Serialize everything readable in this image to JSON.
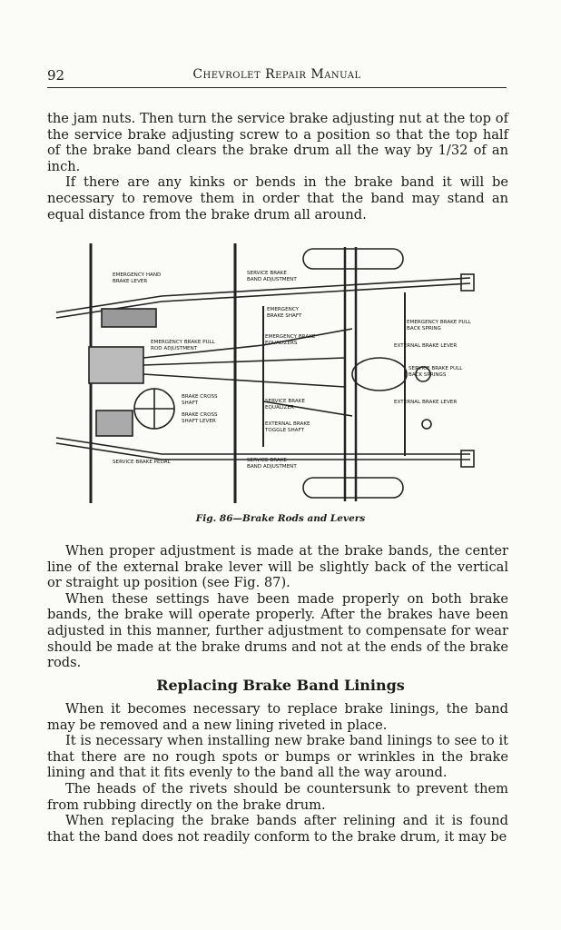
{
  "header": {
    "page_number": "92",
    "running_title": "Chevrolet Repair Manual"
  },
  "intro": {
    "p1": "the jam nuts. Then turn the service brake adjusting nut at the top of the service brake adjusting screw to a position so that the top half of the brake band clears the brake drum all the way by 1/32 of an inch.",
    "p2": "If there are any kinks or bends in the brake band it will be necessary to remove them in order that the band may stand an equal distance from the brake drum all around."
  },
  "figure": {
    "labels": {
      "emergency_hand_lever": [
        "EMERGENCY HAND",
        "BRAKE LEVER"
      ],
      "service_band_adjust_top": [
        "SERVICE BRAKE",
        "BAND ADJUSTMENT"
      ],
      "emergency_brake_shaft": [
        "EMERGENCY",
        "BRAKE SHAFT"
      ],
      "emergency_pull_rod": [
        "EMERGENCY BRAKE PULL",
        "ROD ADJUSTMENT"
      ],
      "emergency_equalizers": [
        "EMERGENCY BRAKE",
        "EQUALIZERS"
      ],
      "emergency_pull_back_spring": [
        "EMERGENCY BRAKE PULL",
        "BACK SPRING"
      ],
      "external_lever_1": [
        "EXTERNAL BRAKE LEVER"
      ],
      "service_pull_back_springs": [
        "SERVICE BRAKE PULL",
        "BACK SPRINGS"
      ],
      "brake_cross_shaft": [
        "BRAKE CROSS",
        "SHAFT"
      ],
      "brake_cross_shaft_lever": [
        "BRAKE CROSS",
        "SHAFT LEVER"
      ],
      "service_equalizer": [
        "SERVICE BRAKE",
        "EQUALIZER"
      ],
      "external_lever_2": [
        "EXTERNAL BRAKE LEVER"
      ],
      "external_toggle_shaft": [
        "EXTERNAL BRAKE",
        "TOGGLE SHAFT"
      ],
      "service_brake_pedal": [
        "SERVICE BRAKE PEDAL"
      ],
      "service_band_adjust_bottom": [
        "SERVICE BRAKE",
        "BAND ADJUSTMENT"
      ]
    },
    "caption": "Fig. 86—Brake Rods and Levers"
  },
  "body": {
    "p1": "When proper adjustment is made at the brake bands, the center line of the external brake lever will be slightly back of the vertical or straight up position (see Fig. 87).",
    "p2": "When these settings have been made properly on both brake bands, the brake will operate properly. After the brakes have been adjusted in this manner, further adjustment to compensate for wear should be made at the brake drums and not at the ends of the brake rods."
  },
  "section": {
    "heading": "Replacing Brake Band Linings",
    "p1": "When it becomes necessary to replace brake linings, the band may be removed and a new lining riveted in place.",
    "p2": "It is necessary when installing new brake band linings to see to it that there are no rough spots or bumps or wrinkles in the brake lining and that it fits evenly to the band all the way around.",
    "p3": "The heads of the rivets should be countersunk to prevent them from rubbing directly on the brake drum.",
    "p4": "When replacing the brake bands after relining and it is found that the band does not readily conform to the brake drum, it may be"
  }
}
